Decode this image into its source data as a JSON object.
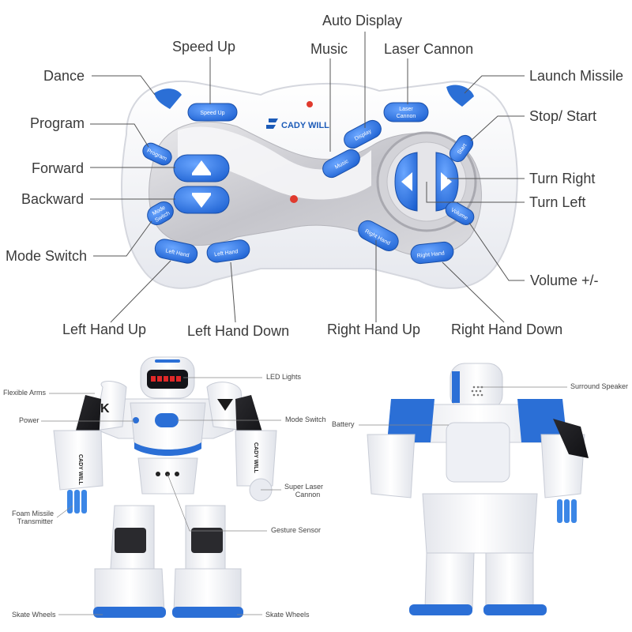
{
  "remote": {
    "brand": "CADY WILL",
    "labels": {
      "auto_display": "Auto Display",
      "speed_up": "Speed Up",
      "music": "Music",
      "laser_cannon": "Laser Cannon",
      "dance": "Dance",
      "launch_missile": "Launch Missile",
      "program": "Program",
      "stop_start": "Stop/ Start",
      "forward": "Forward",
      "turn_right": "Turn Right",
      "backward": "Backward",
      "turn_left": "Turn Left",
      "mode_switch": "Mode Switch",
      "volume": "Volume +/-",
      "left_hand_up": "Left Hand Up",
      "left_hand_down": "Left Hand Down",
      "right_hand_up": "Right Hand Up",
      "right_hand_down": "Right Hand Down"
    },
    "buttons": {
      "speed_up": "Speed Up",
      "laser_cannon_1": "Laser",
      "laser_cannon_2": "Cannon",
      "display": "Display",
      "music": "Music",
      "program": "Program",
      "mode_1": "Mode",
      "mode_2": "Switch",
      "left_hand_up": "Left Hand",
      "left_hand_down": "Left Hand",
      "right_hand_up": "Right Hand",
      "right_hand_down": "Right Hand",
      "start": "Start",
      "volume": "Volume"
    }
  },
  "front_robot": {
    "chest_logo": "K",
    "arm_text": "CADY WILL",
    "labels": {
      "led_lights": "LED Lights",
      "flexible_arms": "Flexible Arms",
      "power": "Power",
      "mode_switch": "Mode Switch",
      "super_laser_1": "Super Laser",
      "super_laser_2": "Cannon",
      "foam_missile_1": "Foam Missile",
      "foam_missile_2": "Transmitter",
      "gesture_sensor": "Gesture Sensor",
      "skate_wheels_left": "Skate Wheels",
      "skate_wheels_right": "Skate Wheels"
    }
  },
  "back_robot": {
    "labels": {
      "surround_speaker": "Surround Speaker",
      "battery": "Battery"
    }
  },
  "colors": {
    "accent_blue": "#2b6fd6",
    "remote_silver": "#cfcfd4",
    "label_text": "#3a3a3a"
  }
}
